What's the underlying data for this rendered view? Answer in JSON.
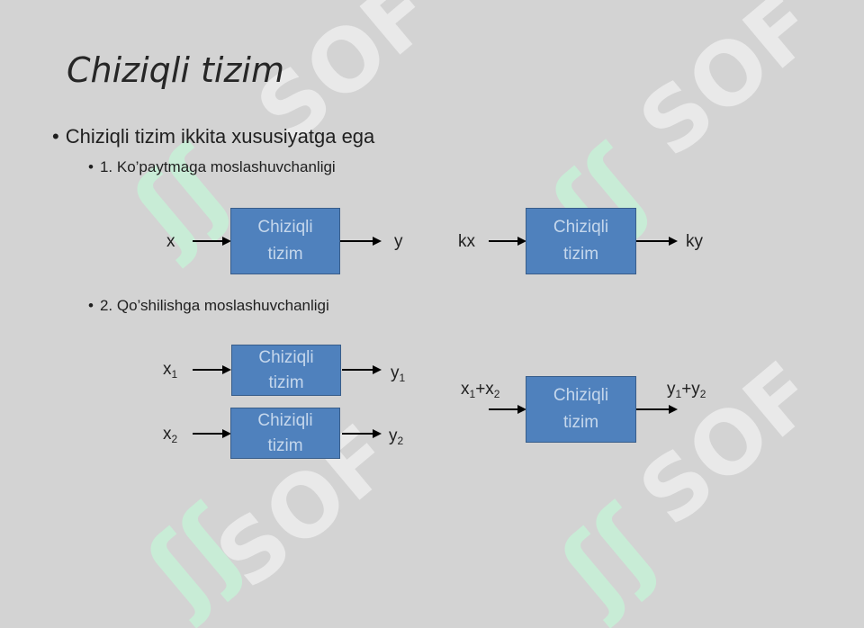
{
  "watermark": {
    "text": "SOF",
    "logo": "ʃʃ"
  },
  "slide": {
    "title": "Chiziqli tizim",
    "bullet_main": "Chiziqli tizim ikkita xususiyatga ega",
    "bullet_1": "1. Ko’paytmaga moslashuvchanligi",
    "bullet_2": "2. Qo’shilishga moslashuvchanligi"
  },
  "box": {
    "line1": "Chiziqli",
    "line2": "tizim"
  },
  "diagram1": {
    "in": "x",
    "out": "y"
  },
  "diagram2": {
    "in": "kx",
    "out": "ky"
  },
  "diagram3": {
    "in_var": "x",
    "in_sub": "1",
    "out_var": "y",
    "out_sub": "1"
  },
  "diagram4": {
    "in_var": "x",
    "in_sub": "2",
    "out_var": "y",
    "out_sub": "2"
  },
  "diagram5": {
    "in_a": "x",
    "in_a_sub": "1",
    "plus": "+",
    "in_b": "x",
    "in_b_sub": "2",
    "out_a": "y",
    "out_a_sub": "1",
    "out_b": "y",
    "out_b_sub": "2"
  },
  "colors": {
    "background": "#d3d3d3",
    "box_fill": "#4f81bd",
    "box_text": "#c5d7ec",
    "watermark_logo": "#c8ecd6"
  }
}
